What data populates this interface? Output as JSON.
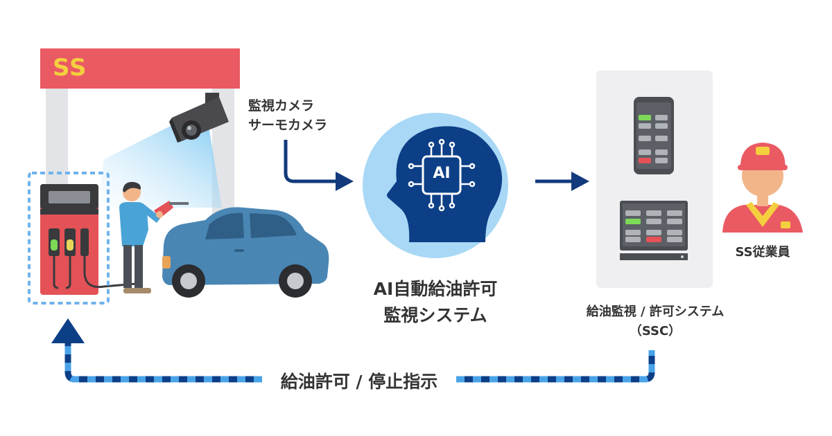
{
  "station": {
    "sign_text": "SS"
  },
  "camera": {
    "label_line1": "監視カメラ",
    "label_line2": "サーモカメラ"
  },
  "ai": {
    "chip_text": "AI",
    "title_line1": "AI自動給油許可",
    "title_line2": "監視システム"
  },
  "ssc": {
    "label_line1": "給油監視 / 許可システム",
    "label_line2": "（SSC）"
  },
  "staff": {
    "label": "SS従業員"
  },
  "feedback": {
    "label": "給油許可 / 停止指示"
  },
  "colors": {
    "sign_red": "#ea5a63",
    "navy": "#123a7c",
    "light_blue": "#4aa3e8",
    "circle_blue": "#a8d8f6",
    "head_blue": "#0d3f87",
    "panel_gray": "#efeff1",
    "car_blue": "#4a86b4"
  }
}
